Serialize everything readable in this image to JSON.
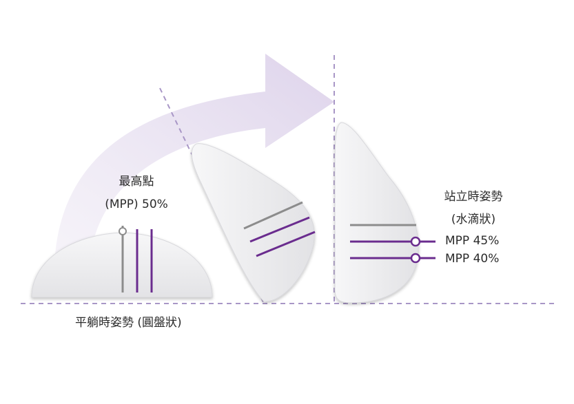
{
  "flat": {
    "peak_label": "最高點",
    "peak_value": "(MPP) 50%",
    "caption": "平躺時姿勢 (圓盤狀)"
  },
  "standing": {
    "title": "站立時姿勢",
    "shape": "(水滴狀)",
    "mpp_upper": "MPP 45%",
    "mpp_lower": "MPP 40%"
  },
  "colors": {
    "arrow": "#e4dcee",
    "implant_fill": "#eeeeef",
    "guide_dash": "#a896c6",
    "line_purple": "#6a2c8e",
    "line_grey": "#8c8c8c",
    "text": "#2b2b2b"
  }
}
